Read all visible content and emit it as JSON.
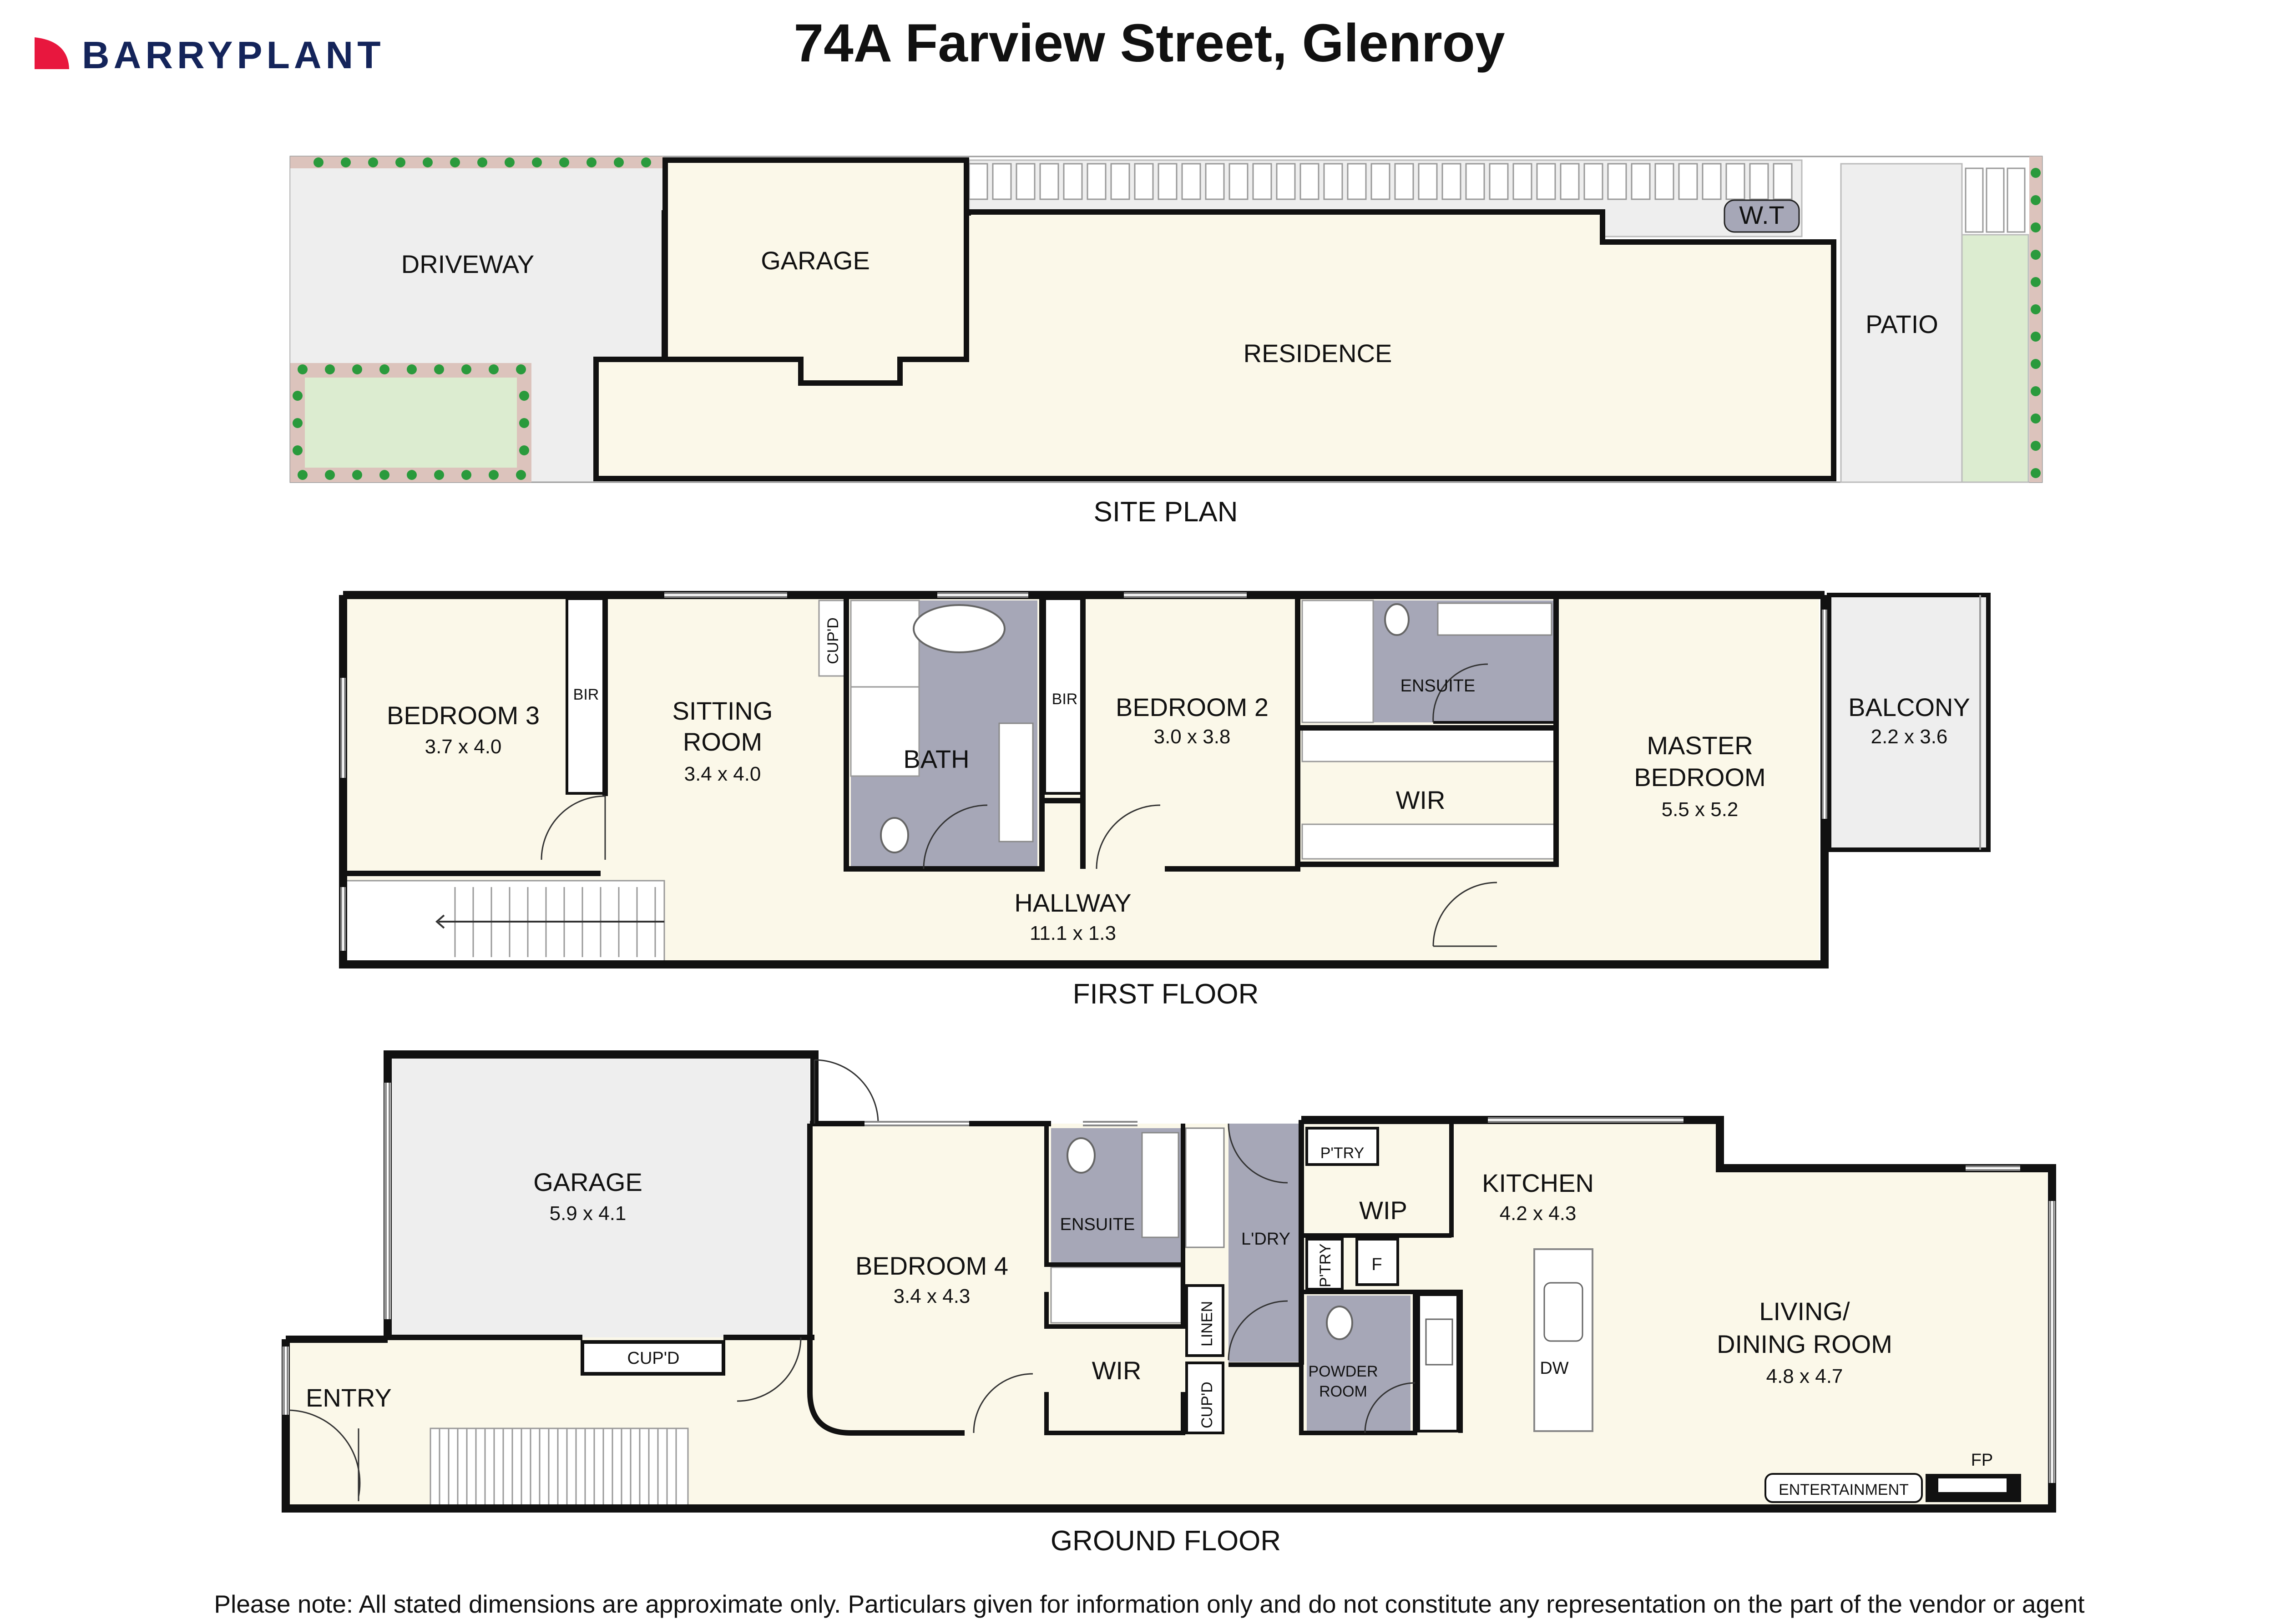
{
  "brand": {
    "name": "BARRYPLANT",
    "mark_color": "#e8173e",
    "text_color": "#14245a"
  },
  "title": "74A Farview Street, Glenroy",
  "site_plan": {
    "caption": "SITE PLAN",
    "labels": {
      "driveway": "DRIVEWAY",
      "garage": "GARAGE",
      "residence": "RESIDENCE",
      "water_tank": "W.T",
      "patio": "PATIO"
    }
  },
  "first_floor": {
    "caption": "FIRST FLOOR",
    "bedroom3": {
      "name": "BEDROOM 3",
      "size": "3.7 x 4.0"
    },
    "bir1": "BIR",
    "sitting": {
      "name1": "SITTING",
      "name2": "ROOM",
      "size": "3.4 x 4.0"
    },
    "cupd": "CUP'D",
    "bath": "BATH",
    "bir2": "BIR",
    "bedroom2": {
      "name": "BEDROOM 2",
      "size": "3.0 x 3.8"
    },
    "ensuite": "ENSUITE",
    "wir": "WIR",
    "master": {
      "name1": "MASTER",
      "name2": "BEDROOM",
      "size": "5.5 x 5.2"
    },
    "balcony": {
      "name": "BALCONY",
      "size": "2.2 x 3.6"
    },
    "hallway": {
      "name": "HALLWAY",
      "size": "11.1 x 1.3"
    }
  },
  "ground_floor": {
    "caption": "GROUND FLOOR",
    "garage": {
      "name": "GARAGE",
      "size": "5.9 x 4.1"
    },
    "cupd1": "CUP'D",
    "entry": "ENTRY",
    "bedroom4": {
      "name": "BEDROOM 4",
      "size": "3.4 x 4.3"
    },
    "ensuite": "ENSUITE",
    "wir": "WIR",
    "laundry": "L'DRY",
    "linen": "LINEN",
    "cupd2": "CUP'D",
    "pantry1": "P'TRY",
    "pantry2": "P'TRY",
    "wip": "WIP",
    "fridge": "F",
    "powder": {
      "line1": "POWDER",
      "line2": "ROOM"
    },
    "kitchen": {
      "name": "KITCHEN",
      "size": "4.2 x 4.3"
    },
    "dw": "DW",
    "living": {
      "name1": "LIVING/",
      "name2": "DINING ROOM",
      "size": "4.8 x 4.7"
    },
    "fp": "FP",
    "entertainment": "ENTERTAINMENT"
  },
  "disclaimer": "Please note: All stated dimensions are approximate only. Particulars given for information only and do not constitute any representation on the part of the vendor or agent",
  "colors": {
    "floor": "#fbf8e9",
    "wet": "#a6a7b7",
    "garage": "#ededed",
    "lawn": "#dcecd0",
    "hedge": "#dcc3bc",
    "shrub": "#2a9a3c",
    "wall": "#111111"
  }
}
